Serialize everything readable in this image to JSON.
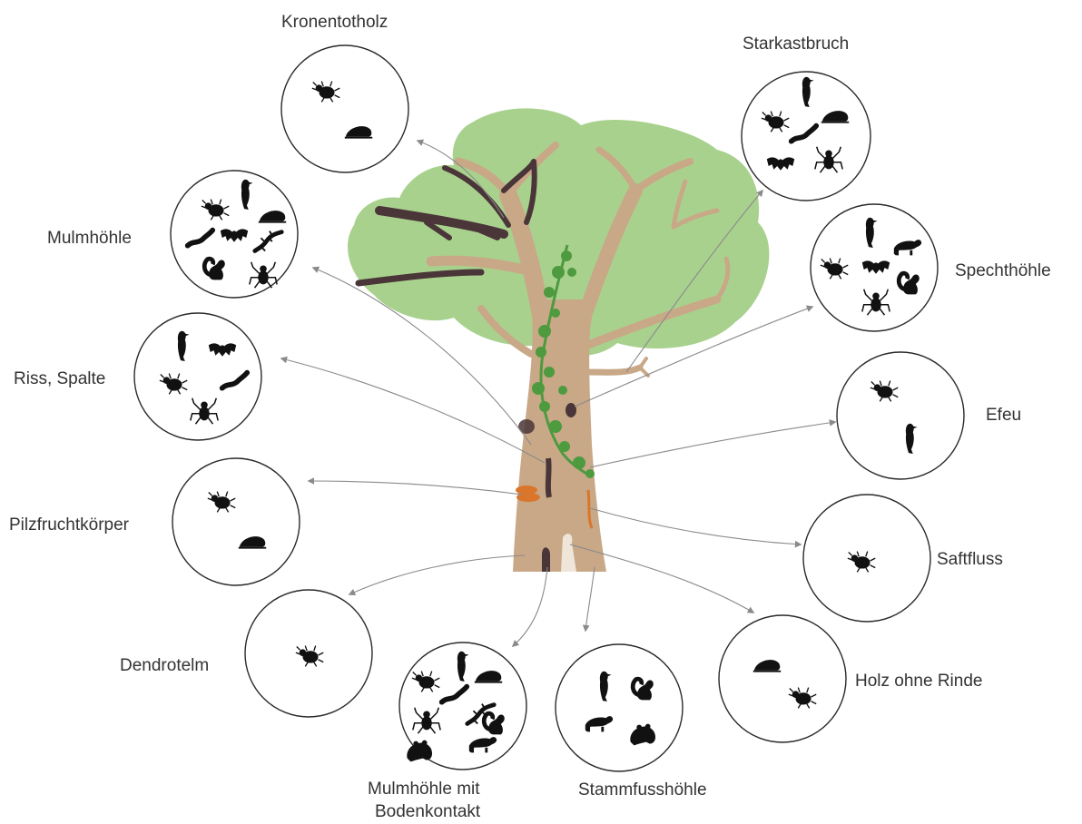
{
  "diagram": {
    "colors": {
      "crown": "#a9d18e",
      "trunk": "#c8a887",
      "dead_branch": "#4a3638",
      "ivy": "#4e9a3f",
      "fungus": "#d9762b",
      "arrow": "#8a8a8a",
      "animal": "#111111"
    },
    "habitats": [
      {
        "id": "kronentotholz",
        "label_lines": [
          "Kronentotholz"
        ],
        "animals": [
          "beetle-icon",
          "snail-icon"
        ]
      },
      {
        "id": "starkastbruch",
        "label_lines": [
          "Starkastbruch"
        ],
        "animals": [
          "bird-icon",
          "beetle-icon",
          "snail-icon",
          "larva-icon",
          "bat-icon",
          "spider-icon"
        ]
      },
      {
        "id": "mulmhoehle",
        "label_lines": [
          "Mulmhöhle"
        ],
        "animals": [
          "beetle-icon",
          "bird-icon",
          "snail-icon",
          "larva-icon",
          "bat-icon",
          "lizard-icon",
          "squirrel-icon",
          "spider-icon"
        ]
      },
      {
        "id": "spechthoehle",
        "label_lines": [
          "Spechthöhle"
        ],
        "animals": [
          "bird-icon",
          "marten-icon",
          "beetle-icon",
          "bat-icon",
          "squirrel-icon",
          "spider-icon"
        ]
      },
      {
        "id": "riss-spalte",
        "label_lines": [
          "Riss, Spalte"
        ],
        "animals": [
          "bird-icon",
          "bat-icon",
          "beetle-icon",
          "larva-icon",
          "spider-icon"
        ]
      },
      {
        "id": "efeu",
        "label_lines": [
          "Efeu"
        ],
        "animals": [
          "beetle-icon",
          "bird-icon"
        ]
      },
      {
        "id": "pilzfruchtkoerper",
        "label_lines": [
          "Pilzfruchtkörper"
        ],
        "animals": [
          "beetle-icon",
          "snail-icon"
        ]
      },
      {
        "id": "saftfluss",
        "label_lines": [
          "Saftfluss"
        ],
        "animals": [
          "beetle-icon"
        ]
      },
      {
        "id": "dendrotelm",
        "label_lines": [
          "Dendrotelm"
        ],
        "animals": [
          "beetle-icon"
        ]
      },
      {
        "id": "holz-ohne-rinde",
        "label_lines": [
          "Holz ohne Rinde"
        ],
        "animals": [
          "snail-icon",
          "beetle-icon"
        ]
      },
      {
        "id": "mulmhoehle-bodenkontakt",
        "label_lines": [
          "Mulmhöhle mit",
          "Bodenkontakt"
        ],
        "animals": [
          "bird-icon",
          "beetle-icon",
          "snail-icon",
          "larva-icon",
          "lizard-icon",
          "spider-icon",
          "squirrel-icon",
          "frog-icon",
          "marten-icon"
        ]
      },
      {
        "id": "stammfusshoehle",
        "label_lines": [
          "Stammfusshöhle"
        ],
        "animals": [
          "bird-icon",
          "squirrel-icon",
          "marten-icon",
          "frog-icon"
        ]
      }
    ]
  }
}
